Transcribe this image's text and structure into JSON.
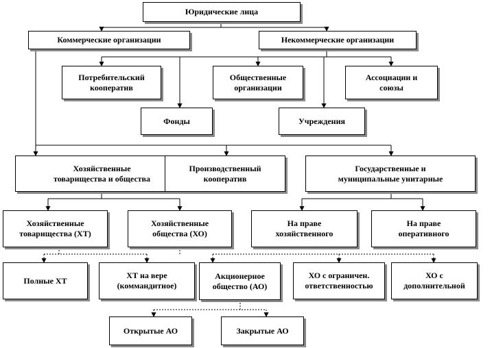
{
  "colors": {
    "box_border": "#000000",
    "box_shadow": "#8a8a8a",
    "line": "#000000",
    "text": "#000000"
  },
  "nodes": {
    "root": "Юридические лица",
    "commercial": "Коммерческие организации",
    "noncommercial": "Некоммерческие  организации",
    "consumer_coop": "Потребительский\nкооператив",
    "public_orgs": "Общественные\nорганизации",
    "associations": "Ассоциации и\nсоюзы",
    "funds": "Фонды",
    "institutions": "Учреждения",
    "business_partnerships": "Хозяйственные\nтоварищества и общества",
    "production_coop": "Производственный\nкооператив",
    "unitary": "Государственные и\nмуниципальные унитарные",
    "partnerships": "Хозяйственные\nтоварищества (ХТ)",
    "companies": "Хозяйственные\nобщества (ХО)",
    "economic_right": "На праве\nхозяйственного",
    "operational_right": "На праве\nоперативного",
    "full_pt": "Полные ХТ",
    "limited_pt": "ХТ на вере\n(коммандитное)",
    "joint_stock": "Акционерное\nобщество (АО)",
    "llc": "ХО с ограничен.\nответственностью",
    "alc": "ХО с\nдополнительной",
    "open_jsc": "Открытые АО",
    "closed_jsc": "Закрытые АО"
  }
}
